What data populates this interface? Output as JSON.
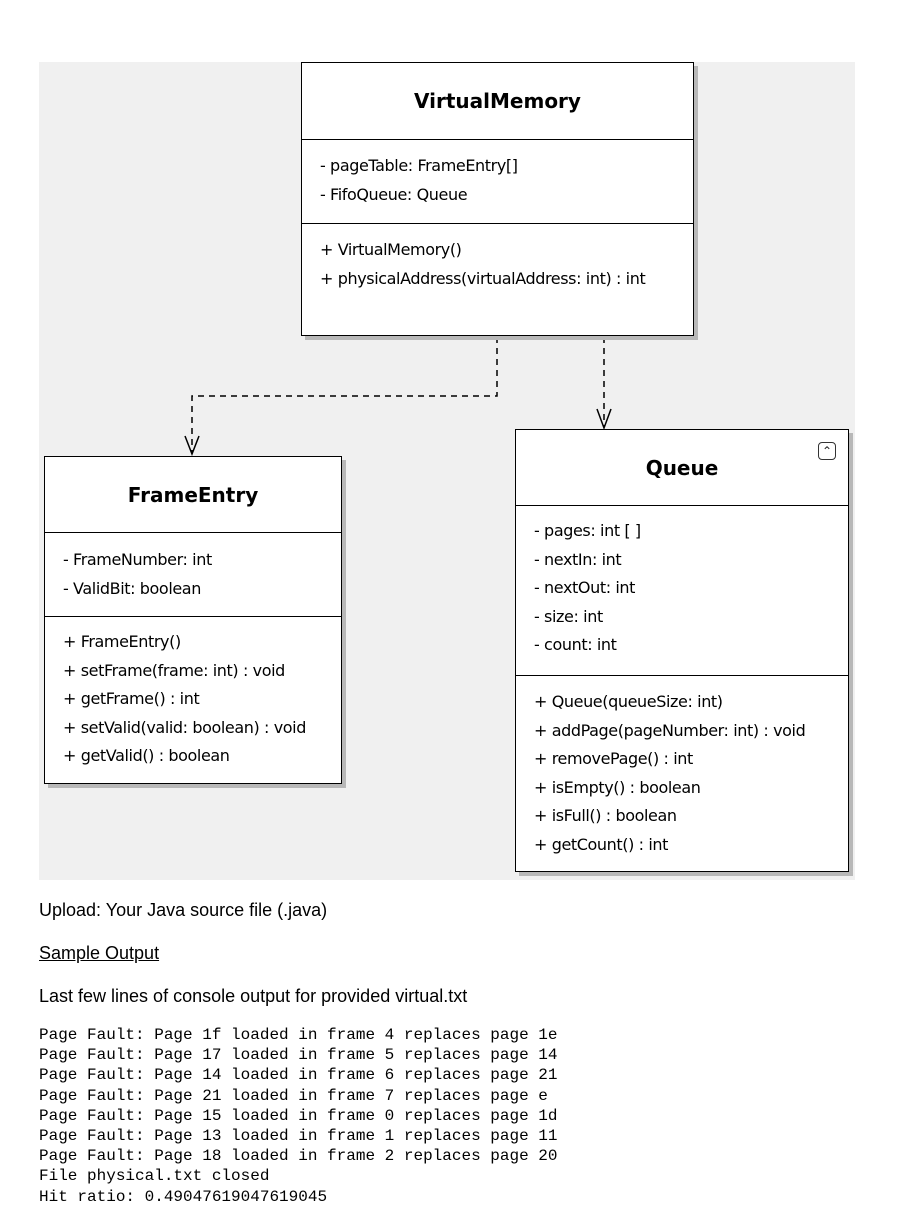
{
  "classes": {
    "virtual_memory": {
      "name": "VirtualMemory",
      "attributes": [
        "- pageTable: FrameEntry[]",
        "- FifoQueue: Queue"
      ],
      "methods": [
        "+ VirtualMemory()",
        "+ physicalAddress(virtualAddress: int) : int"
      ]
    },
    "frame_entry": {
      "name": "FrameEntry",
      "attributes": [
        "- FrameNumber: int",
        "- ValidBit: boolean"
      ],
      "methods": [
        "+ FrameEntry()",
        "+ setFrame(frame: int) : void",
        "+ getFrame() : int",
        "+ setValid(valid: boolean) : void",
        "+ getValid() : boolean"
      ]
    },
    "queue": {
      "name": "Queue",
      "collapse_icon": "double-chevron-up-icon",
      "collapse_glyph": "⌃",
      "attributes": [
        "- pages: int [ ]",
        "- nextIn: int",
        "- nextOut: int",
        "- size: int",
        "- count: int"
      ],
      "methods": [
        "+ Queue(queueSize: int)",
        "+ addPage(pageNumber: int) : void",
        "+ removePage() : int",
        "+ isEmpty() : boolean",
        "+ isFull() : boolean",
        "+ getCount() : int"
      ]
    }
  },
  "text": {
    "upload": "Upload: Your Java source file (.java)",
    "sample_output_heading": "Sample Output",
    "console_intro": "Last few lines of console output for provided virtual.txt"
  },
  "console_lines": [
    "Page Fault: Page 1f loaded in frame 4 replaces page 1e",
    "Page Fault: Page 17 loaded in frame 5 replaces page 14",
    "Page Fault: Page 14 loaded in frame 6 replaces page 21",
    "Page Fault: Page 21 loaded in frame 7 replaces page e",
    "Page Fault: Page 15 loaded in frame 0 replaces page 1d",
    "Page Fault: Page 13 loaded in frame 1 replaces page 11",
    "Page Fault: Page 18 loaded in frame 2 replaces page 20",
    "File physical.txt closed",
    "Hit ratio: 0.49047619047619045"
  ],
  "colors": {
    "diagram_bg": "#f0f0f0",
    "box_bg": "#ffffff",
    "shadow": "#b8b8b8"
  }
}
